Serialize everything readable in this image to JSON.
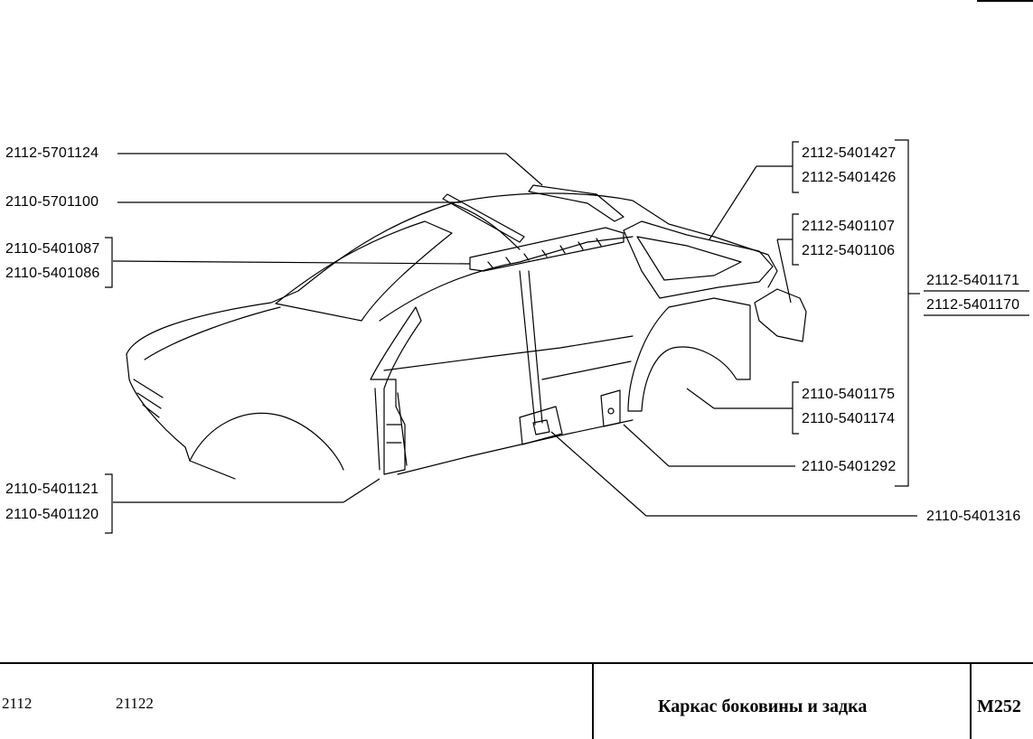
{
  "labels": {
    "l01": "2112-5701124",
    "l02": "2110-5701100",
    "l03": "2110-5401087",
    "l04": "2110-5401086",
    "l05": "2110-5401121",
    "l06": "2110-5401120",
    "r01": "2112-5401427",
    "r02": "2112-5401426",
    "r03": "2112-5401107",
    "r04": "2112-5401106",
    "r05": "2112-5401171",
    "r06": "2112-5401170",
    "r07": "2110-5401175",
    "r08": "2110-5401174",
    "r09": "2110-5401292",
    "r10": "2110-5401316"
  },
  "footer": {
    "model_1": "2112",
    "model_2": "21122",
    "title": "Каркас боковины и задка",
    "code": "M252"
  }
}
